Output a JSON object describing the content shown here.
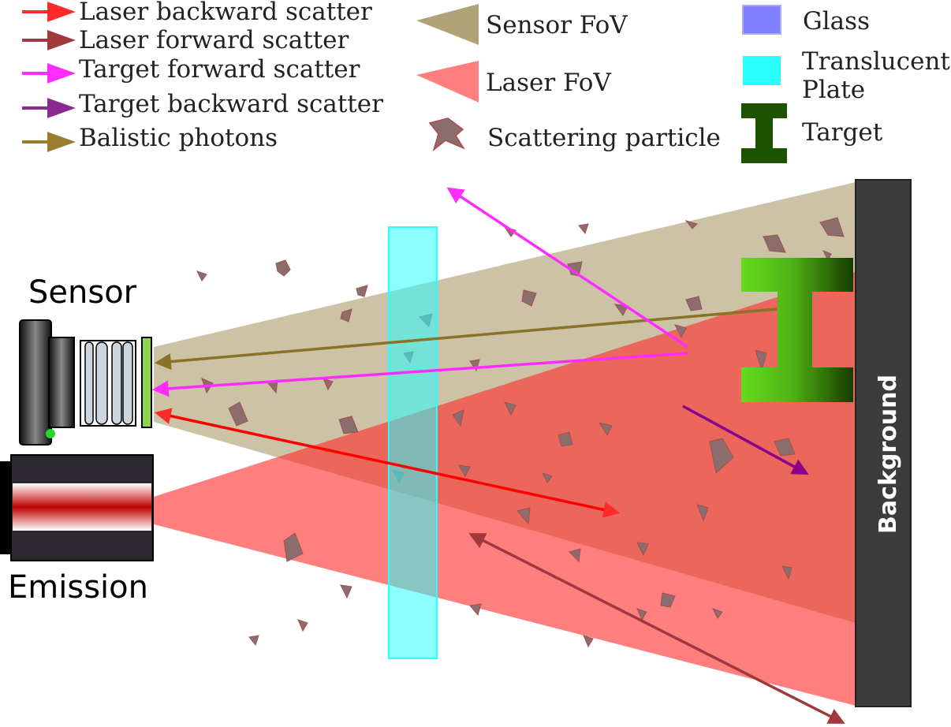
{
  "legend": {
    "rays": [
      {
        "label": "Laser backward scatter",
        "color": "#ff2a2a"
      },
      {
        "label": "Laser forward scatter",
        "color": "#a0393c"
      },
      {
        "label": "Target forward scatter",
        "color": "#ff2cff"
      },
      {
        "label": "Target backward scatter",
        "color": "#8a2a90"
      },
      {
        "label": "Balistic photons",
        "color": "#9a7d2e"
      }
    ],
    "regions": [
      {
        "label": "Sensor FoV",
        "color": "#b1a277"
      },
      {
        "label": "Laser FoV",
        "color": "#ff7f7f"
      },
      {
        "label": "Scattering particle",
        "color": "#8c6d6d"
      }
    ],
    "objects": [
      {
        "label": "Glass",
        "color": "#7f7fff"
      },
      {
        "label": "Translucent Plate",
        "label_lines": [
          "Translucent",
          "Plate"
        ],
        "color": "#2affff"
      },
      {
        "label": "Target",
        "color": "#1d5200"
      }
    ]
  },
  "scene": {
    "sensor_label": "Sensor",
    "emission_label": "Emission",
    "background_label": "Background",
    "background_color": "#3c3c3c",
    "target_color": "#5fd21a",
    "plate_color": "#2affff"
  }
}
